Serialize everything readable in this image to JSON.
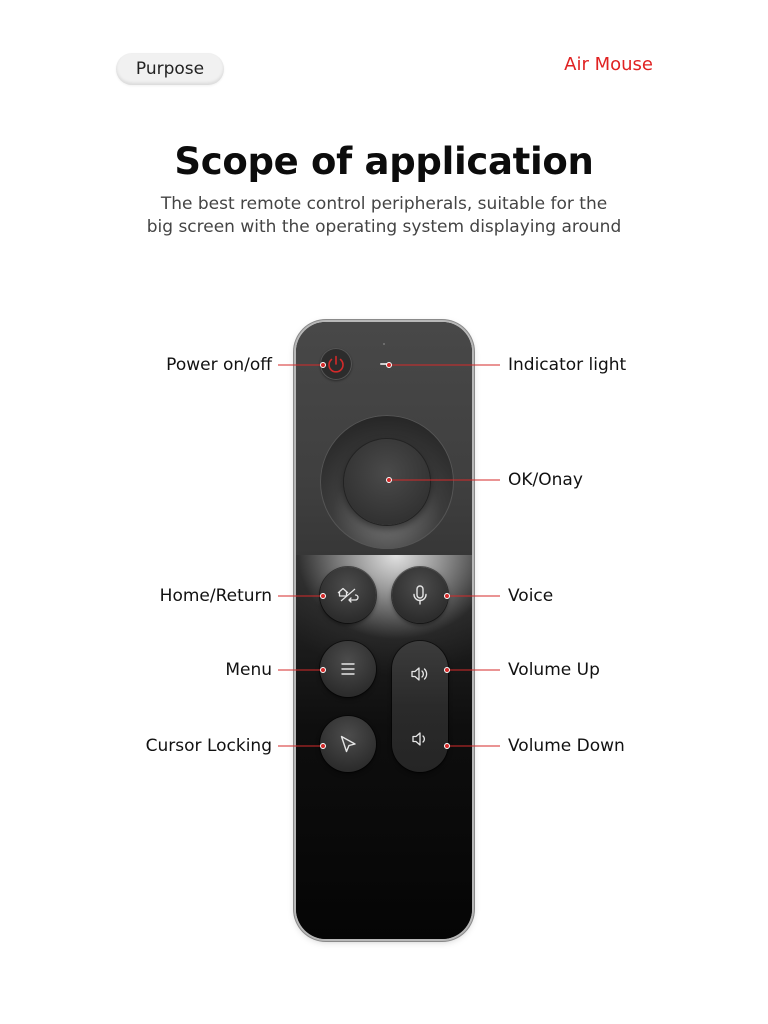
{
  "header": {
    "tag_label": "Purpose",
    "brand": "Air Mouse",
    "brand_color": "#e02222"
  },
  "hero": {
    "title": "Scope of application",
    "subtitle_line1": "The best remote control peripherals, suitable for the",
    "subtitle_line2": "big screen with the operating system displaying around"
  },
  "remote": {
    "buttons": [
      {
        "id": "power",
        "icon": "power-icon"
      },
      {
        "id": "ok",
        "icon": ""
      },
      {
        "id": "home_return",
        "icon": "home-return-icon"
      },
      {
        "id": "voice",
        "icon": "microphone-icon"
      },
      {
        "id": "menu",
        "icon": "hamburger-menu-icon"
      },
      {
        "id": "cursor_lock",
        "icon": "cursor-arrow-icon"
      },
      {
        "id": "volume_up",
        "icon": "speaker-high-icon"
      },
      {
        "id": "volume_down",
        "icon": "speaker-low-icon"
      }
    ],
    "accent_color": "#d42a2a"
  },
  "callouts": {
    "power": "Power on/off",
    "indicator": "Indicator light",
    "ok": "OK/Onay",
    "home_return": "Home/Return",
    "voice": "Voice",
    "menu": "Menu",
    "volume_up": "Volume Up",
    "cursor_lock": "Cursor Locking",
    "volume_down": "Volume Down"
  }
}
